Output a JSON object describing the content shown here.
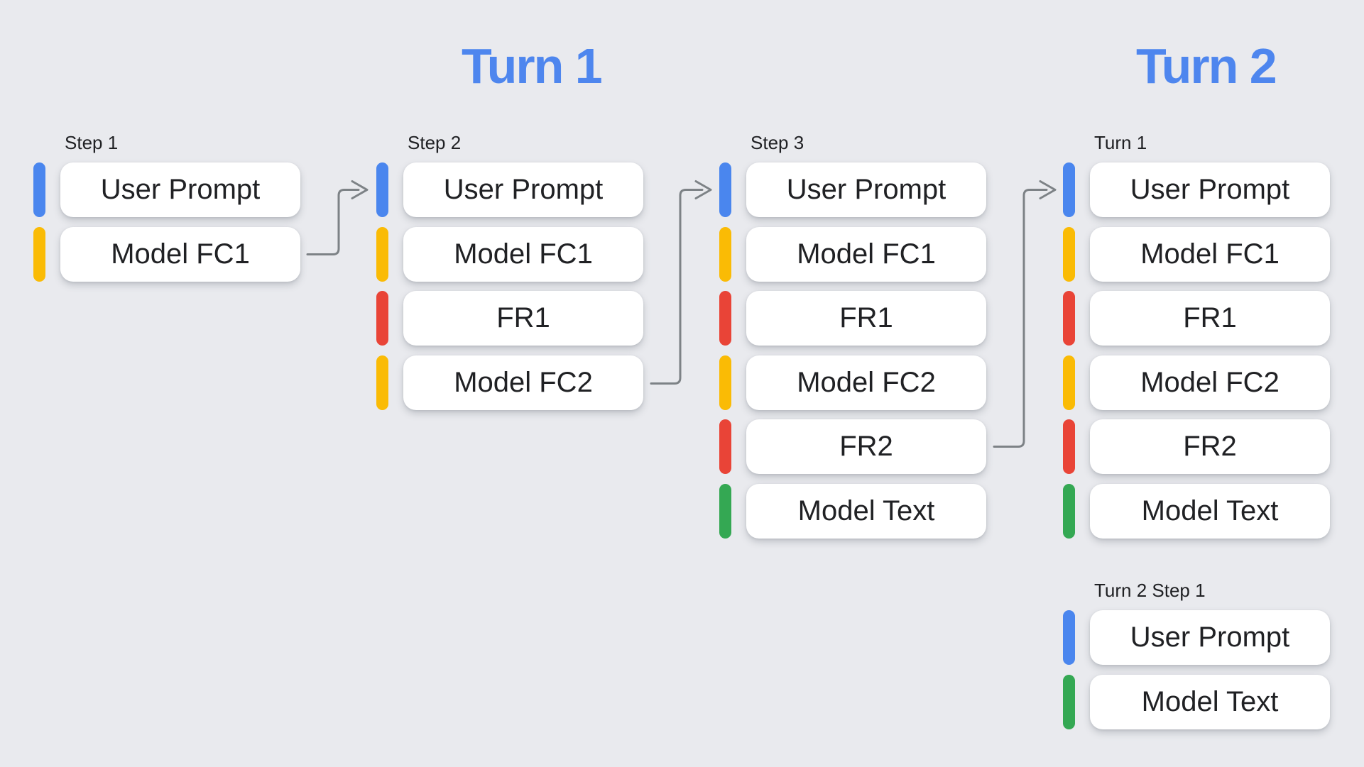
{
  "titles": {
    "turn1": "Turn 1",
    "turn2": "Turn 2"
  },
  "colors": {
    "background": "#e9eaee",
    "title": "#4e86ee",
    "text": "#202124",
    "arrow": "#7d8286",
    "user_prompt_blue": "#4a86ee",
    "model_fc_yellow": "#fabb05",
    "function_response_red": "#e94437",
    "model_text_green": "#34a853"
  },
  "groups": [
    {
      "label": "Step 1",
      "items": [
        {
          "label": "User Prompt",
          "color": "#4a86ee"
        },
        {
          "label": "Model FC1",
          "color": "#fabb05"
        }
      ]
    },
    {
      "label": "Step 2",
      "items": [
        {
          "label": "User Prompt",
          "color": "#4a86ee"
        },
        {
          "label": "Model FC1",
          "color": "#fabb05"
        },
        {
          "label": "FR1",
          "color": "#e94437"
        },
        {
          "label": "Model FC2",
          "color": "#fabb05"
        }
      ]
    },
    {
      "label": "Step 3",
      "items": [
        {
          "label": "User Prompt",
          "color": "#4a86ee"
        },
        {
          "label": "Model FC1",
          "color": "#fabb05"
        },
        {
          "label": "FR1",
          "color": "#e94437"
        },
        {
          "label": "Model FC2",
          "color": "#fabb05"
        },
        {
          "label": "FR2",
          "color": "#e94437"
        },
        {
          "label": "Model Text",
          "color": "#34a853"
        }
      ]
    },
    {
      "label": "Turn 1",
      "items": [
        {
          "label": "User Prompt",
          "color": "#4a86ee"
        },
        {
          "label": "Model FC1",
          "color": "#fabb05"
        },
        {
          "label": "FR1",
          "color": "#e94437"
        },
        {
          "label": "Model FC2",
          "color": "#fabb05"
        },
        {
          "label": "FR2",
          "color": "#e94437"
        },
        {
          "label": "Model Text",
          "color": "#34a853"
        }
      ]
    },
    {
      "label": "Turn 2 Step 1",
      "items": [
        {
          "label": "User Prompt",
          "color": "#4a86ee"
        },
        {
          "label": "Model Text",
          "color": "#34a853"
        }
      ]
    }
  ],
  "arrows": [
    {
      "from": "Step 1 / Model FC1",
      "to": "Step 2 / User Prompt"
    },
    {
      "from": "Step 2 / Model FC2",
      "to": "Step 3 / User Prompt"
    },
    {
      "from": "Step 3 / FR2",
      "to": "Turn 1 / User Prompt"
    }
  ]
}
